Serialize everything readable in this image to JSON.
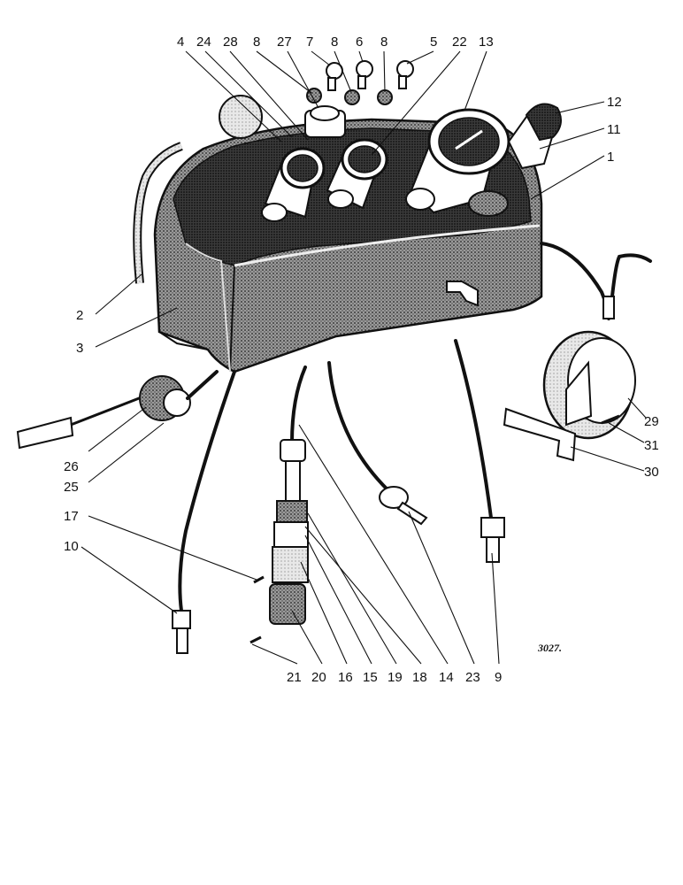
{
  "figure": {
    "number": "3027.",
    "callouts": [
      "4",
      "24",
      "28",
      "8",
      "27",
      "7",
      "8",
      "6",
      "8",
      "5",
      "22",
      "13",
      "12",
      "11",
      "1",
      "2",
      "3",
      "26",
      "25",
      "17",
      "10",
      "29",
      "31",
      "30",
      "21",
      "20",
      "16",
      "15",
      "19",
      "18",
      "14",
      "23",
      "9"
    ]
  }
}
